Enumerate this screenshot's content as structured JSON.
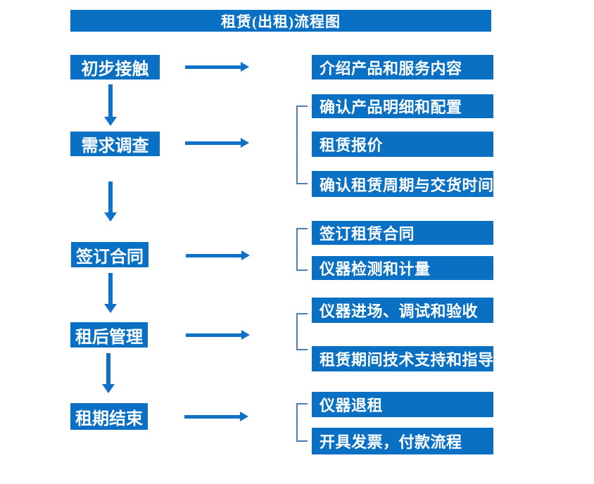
{
  "title": "租赁(出租)流程图",
  "colors": {
    "box_blue": "#0a70c4",
    "arrow_blue": "#0f72c8",
    "bracket_blue": "#4a7eba",
    "text_white": "#ffffff",
    "background": "#ffffff"
  },
  "steps": [
    {
      "label": "初步接触"
    },
    {
      "label": "需求调查"
    },
    {
      "label": "签订合同"
    },
    {
      "label": "租后管理"
    },
    {
      "label": "租期结束"
    }
  ],
  "details": [
    {
      "label": "介绍产品和服务内容"
    },
    {
      "label": "确认产品明细和配置"
    },
    {
      "label": "租赁报价"
    },
    {
      "label": "确认租赁周期与交货时间"
    },
    {
      "label": "签订租赁合同"
    },
    {
      "label": "仪器检测和计量"
    },
    {
      "label": "仪器进场、调试和验收"
    },
    {
      "label": "租赁期间技术支持和指导"
    },
    {
      "label": "仪器退租"
    },
    {
      "label": "开具发票，付款流程"
    }
  ]
}
